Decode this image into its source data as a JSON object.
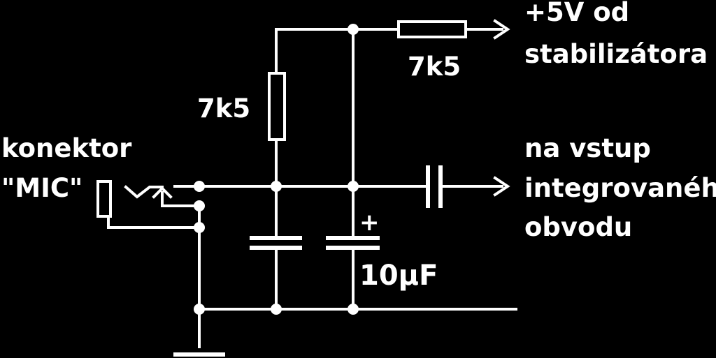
{
  "labels": {
    "supply_line1": "+5V od",
    "supply_line2": "stabilizátora",
    "resistor_top": "7k5",
    "resistor_vertical": "7k5",
    "connector_line1": "konektor",
    "connector_line2": "\"MIC\"",
    "output_line1": "na vstup",
    "output_line2": "integrovaného",
    "output_line3": "obvodu",
    "capacitor_value": "10µF",
    "polarity": "+"
  },
  "colors": {
    "background": "#000000",
    "foreground": "#ffffff"
  }
}
